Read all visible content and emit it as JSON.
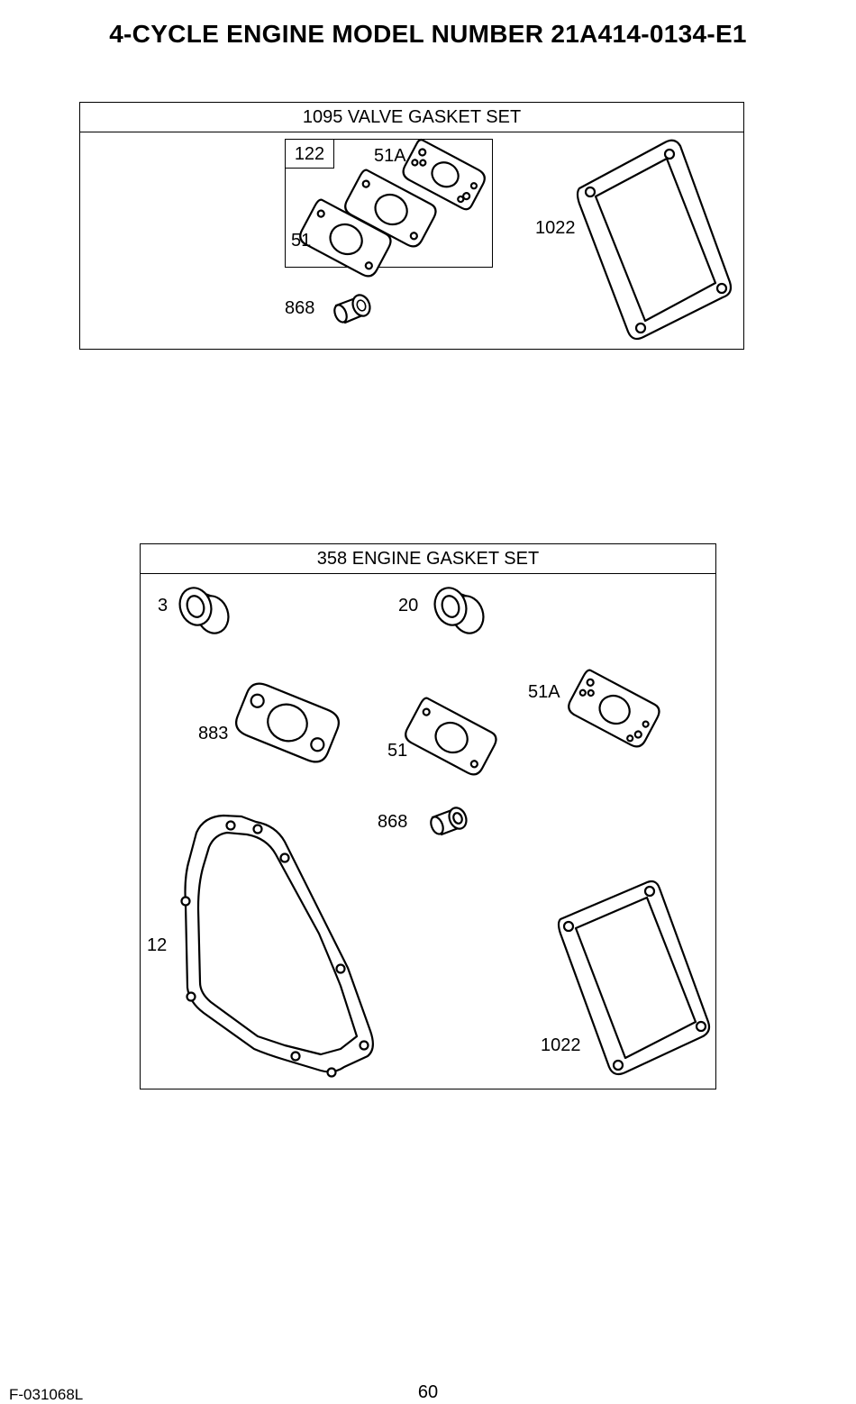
{
  "header": {
    "title": "4-CYCLE ENGINE MODEL NUMBER 21A414-0134-E1"
  },
  "valve_gasket_set": {
    "heading": "1095 VALVE GASKET SET",
    "sub_kit_label": "122",
    "parts": [
      "51A",
      "51",
      "1022",
      "868"
    ]
  },
  "engine_gasket_set": {
    "heading": "358 ENGINE GASKET SET",
    "parts": [
      "3",
      "20",
      "51A",
      "883",
      "51",
      "868",
      "12",
      "1022"
    ]
  },
  "footer": {
    "doc_code": "F-031068L",
    "page_number": "60"
  }
}
